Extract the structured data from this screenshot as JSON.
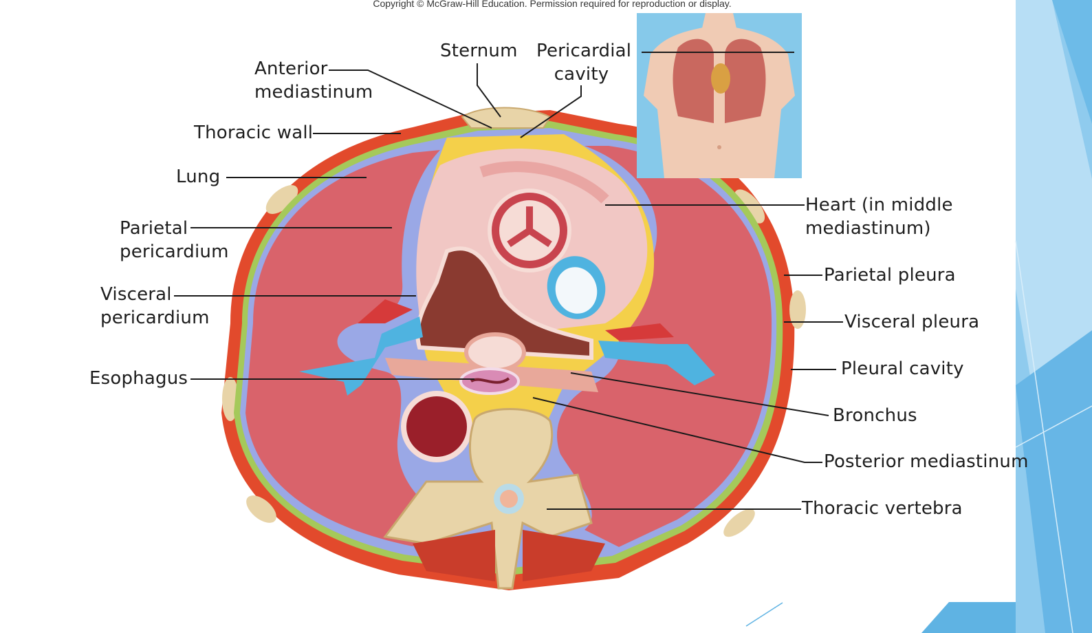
{
  "copyright": "Copyright © McGraw-Hill Education. Permission required for reproduction or display.",
  "colors": {
    "tissue": "#d9636b",
    "tissue_dark": "#c8444e",
    "muscle": "#e24a2c",
    "membrane_green": "#a5c95a",
    "membrane_blue": "#9aa8e6",
    "bone": "#e8d4a8",
    "fat": "#f4d04a",
    "vessel_blue": "#4fb3e0",
    "slide_blue": "#5fb3e3",
    "leader": "#1a1a1a"
  },
  "labels": {
    "sternum": "Sternum",
    "pericardial_cavity": [
      "Pericardial",
      "cavity"
    ],
    "anterior_mediastinum": [
      "Anterior",
      "mediastinum"
    ],
    "thoracic_wall": "Thoracic wall",
    "lung": "Lung",
    "parietal_pericardium": [
      "Parietal",
      "pericardium"
    ],
    "visceral_pericardium": [
      "Visceral",
      "pericardium"
    ],
    "esophagus": "Esophagus",
    "heart": [
      "Heart (in middle",
      "mediastinum)"
    ],
    "parietal_pleura": "Parietal pleura",
    "visceral_pleura": "Visceral pleura",
    "pleural_cavity": "Pleural cavity",
    "bronchus": "Bronchus",
    "posterior_mediastinum": "Posterior mediastinum",
    "thoracic_vertebra": "Thoracic vertebra"
  },
  "icons": {
    "inset": "torso-lungs-inset-icon",
    "cross_section": "thorax-cross-section-illustration"
  }
}
